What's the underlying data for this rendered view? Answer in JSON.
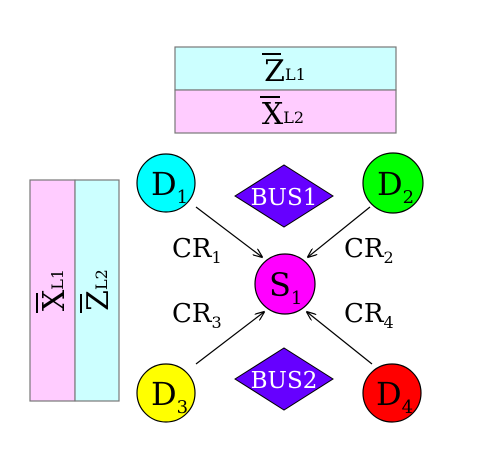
{
  "top_stack": {
    "upper": {
      "letter": "Z",
      "subscript": "L1",
      "color": "#ccffff"
    },
    "lower": {
      "letter": "X",
      "subscript": "L2",
      "color": "#ffccff"
    }
  },
  "side_stack": {
    "left": {
      "letter": "X",
      "subscript": "L1",
      "color": "#ffccff"
    },
    "right": {
      "letter": "Z",
      "subscript": "L2",
      "color": "#ccffff"
    }
  },
  "nodes": {
    "d1": {
      "letter": "D",
      "subscript": "1",
      "color": "#00ffff"
    },
    "d2": {
      "letter": "D",
      "subscript": "2",
      "color": "#00ff00"
    },
    "d3": {
      "letter": "D",
      "subscript": "3",
      "color": "#ffff00"
    },
    "d4": {
      "letter": "D",
      "subscript": "4",
      "color": "#ff0000"
    },
    "s1": {
      "letter": "S",
      "subscript": "1",
      "color": "#ff00ff"
    }
  },
  "buses": {
    "bus1": {
      "label": "BUS1",
      "color": "#6600ff"
    },
    "bus2": {
      "label": "BUS2",
      "color": "#6600ff"
    }
  },
  "edges": {
    "cr1": {
      "letter": "CR",
      "subscript": "1"
    },
    "cr2": {
      "letter": "CR",
      "subscript": "2"
    },
    "cr3": {
      "letter": "CR",
      "subscript": "3"
    },
    "cr4": {
      "letter": "CR",
      "subscript": "4"
    }
  }
}
